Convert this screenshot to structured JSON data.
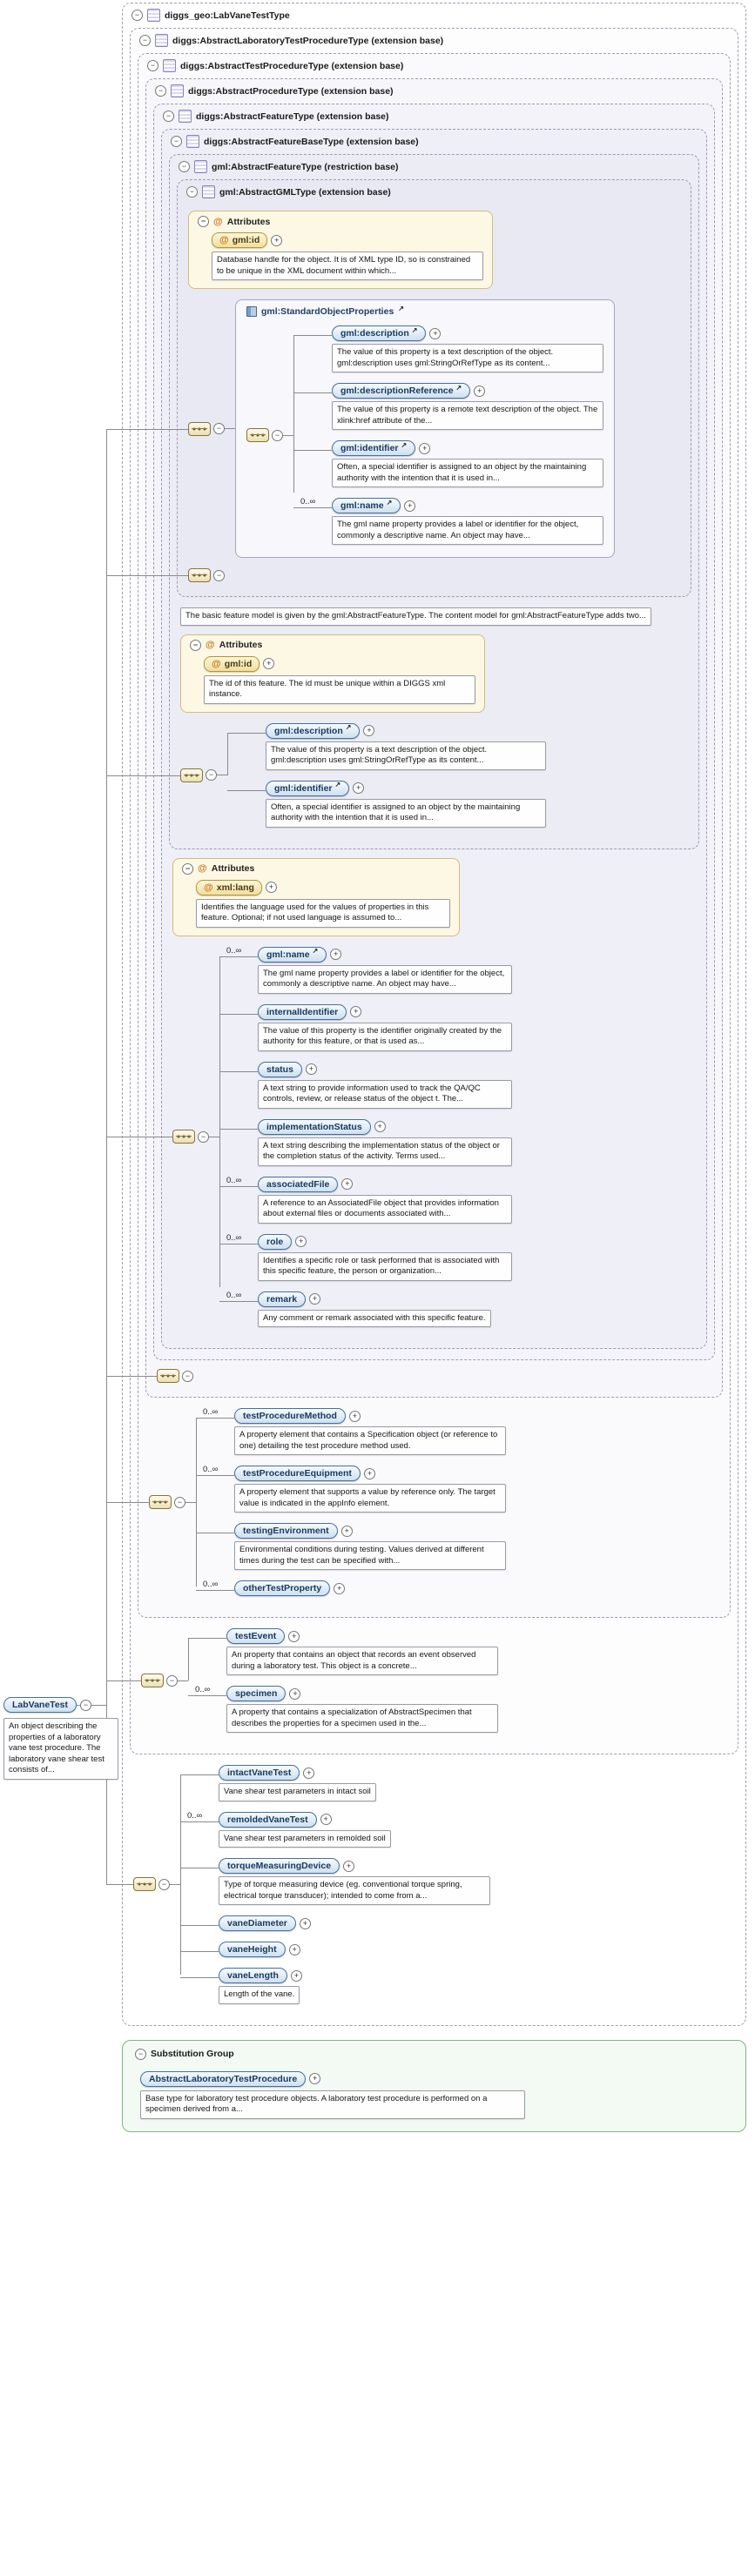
{
  "icons": {
    "collapse": "−",
    "expand": "+",
    "ref": "↗",
    "at": "@"
  },
  "root": {
    "title": "diggs_geo:LabVaneTestType"
  },
  "levels": {
    "l1": {
      "title": "diggs:AbstractLaboratoryTestProcedureType (extension base)"
    },
    "l2": {
      "title": "diggs:AbstractTestProcedureType (extension base)"
    },
    "l3": {
      "title": "diggs:AbstractProcedureType (extension base)"
    },
    "l4": {
      "title": "diggs:AbstractFeatureType (extension base)"
    },
    "l5": {
      "title": "diggs:AbstractFeatureBaseType (extension base)"
    },
    "l6": {
      "title": "gml:AbstractFeatureType (restriction base)"
    },
    "l7": {
      "title": "gml:AbstractGMLType (extension base)"
    }
  },
  "attrs1": {
    "header": "Attributes",
    "name": "gml:id",
    "doc": "Database handle for the object. It is of XML type ID, so is constrained to be unique in the XML document within which..."
  },
  "std_group": {
    "title": "gml:StandardObjectProperties",
    "items": [
      {
        "label": "gml:description",
        "doc": "The value of this property is a text description of the object. gml:description uses gml:StringOrRefType as its content..."
      },
      {
        "label": "gml:descriptionReference",
        "doc": "The value of this property is a remote text description of the object. The xlink:href attribute of the..."
      },
      {
        "label": "gml:identifier",
        "doc": "Often, a special identifier is assigned to an object by the maintaining authority with the intention that it is used in..."
      },
      {
        "label": "gml:name",
        "card": "0..∞",
        "doc": "The gml name property provides a label or identifier for the object, commonly a descriptive name. An object may have..."
      }
    ]
  },
  "l6_note": "The basic feature model is given by the gml:AbstractFeatureType. The content model for gml:AbstractFeatureType adds two...",
  "attrs2": {
    "header": "Attributes",
    "name": "gml:id",
    "doc": "The id of this feature. The id must be unique within a DIGGS xml instance."
  },
  "l6_group": {
    "items": [
      {
        "label": "gml:description",
        "doc": "The value of this property is a text description of the object. gml:description uses gml:StringOrRefType as its content..."
      },
      {
        "label": "gml:identifier",
        "doc": "Often, a special identifier is assigned to an object by the maintaining authority with the intention that it is used in..."
      }
    ]
  },
  "attrs3": {
    "header": "Attributes",
    "name": "xml:lang",
    "doc": "Identifies the language used for the values of properties in this feature. Optional; if not used language is assumed to..."
  },
  "l5_group": {
    "items": [
      {
        "card": "0..∞",
        "label": "gml:name",
        "doc": "The gml name property provides a label or identifier for the object, commonly a descriptive name. An object may have..."
      },
      {
        "label": "internalIdentifier",
        "doc": "The value of this property is the identifier originally created by the authority for this feature, or that is used as..."
      },
      {
        "label": "status",
        "doc": "A text string to provide information used to track the QA/QC controls, review, or release status of the object t. The..."
      },
      {
        "label": "implementationStatus",
        "doc": "A text string describing the implementation status of the object or the completion status of the activity. Terms used..."
      },
      {
        "card": "0..∞",
        "label": "associatedFile",
        "doc": "A reference to an AssociatedFile object that provides information about external files or documents associated with..."
      },
      {
        "card": "0..∞",
        "label": "role",
        "doc": "Identifies a specific role or task performed that is associated with this specific feature, the person or organization..."
      },
      {
        "card": "0..∞",
        "label": "remark",
        "doc": "Any comment or remark associated with this specific feature."
      }
    ]
  },
  "l2_group": {
    "items": [
      {
        "card": "0..∞",
        "label": "testProcedureMethod",
        "doc": "A property element that contains a Specification object (or reference to one) detailing the test procedure method used."
      },
      {
        "card": "0..∞",
        "label": "testProcedureEquipment",
        "doc": "A property element that supports a value by reference only. The target value is indicated in the appInfo element."
      },
      {
        "label": "testingEnvironment",
        "doc": "Environmental conditions during testing. Values derived at different times during the test can be specified with..."
      },
      {
        "card": "0..∞",
        "label": "otherTestProperty"
      }
    ]
  },
  "l1_group": {
    "items": [
      {
        "label": "testEvent",
        "doc": "An property that contains an object that records an event observed during a laboratory test. This object is a concrete..."
      },
      {
        "card": "0..∞",
        "label": "specimen",
        "doc": "A property that contains a specialization of AbstractSpecimen that describes the properties for a specimen used in the..."
      }
    ]
  },
  "root_group": {
    "items": [
      {
        "label": "intactVaneTest",
        "doc": "Vane shear test parameters in intact soil"
      },
      {
        "card": "0..∞",
        "label": "remoldedVaneTest",
        "doc": "Vane shear test parameters in remolded soil"
      },
      {
        "label": "torqueMeasuringDevice",
        "doc": "Type of torque measuring device (eg. conventional torque spring, electrical torque transducer); intended to come from a..."
      },
      {
        "label": "vaneDiameter"
      },
      {
        "label": "vaneHeight"
      },
      {
        "label": "vaneLength",
        "doc": "Length of the vane."
      }
    ]
  },
  "left_element": {
    "label": "LabVaneTest",
    "doc": "An object describing the properties of a laboratory vane test procedure. The laboratory vane shear test consists of..."
  },
  "substitution": {
    "title": "Substitution Group",
    "element": "AbstractLaboratoryTestProcedure",
    "doc": "Base type for laboratory test procedure objects. A laboratory test procedure is performed on a specimen derived from a..."
  }
}
